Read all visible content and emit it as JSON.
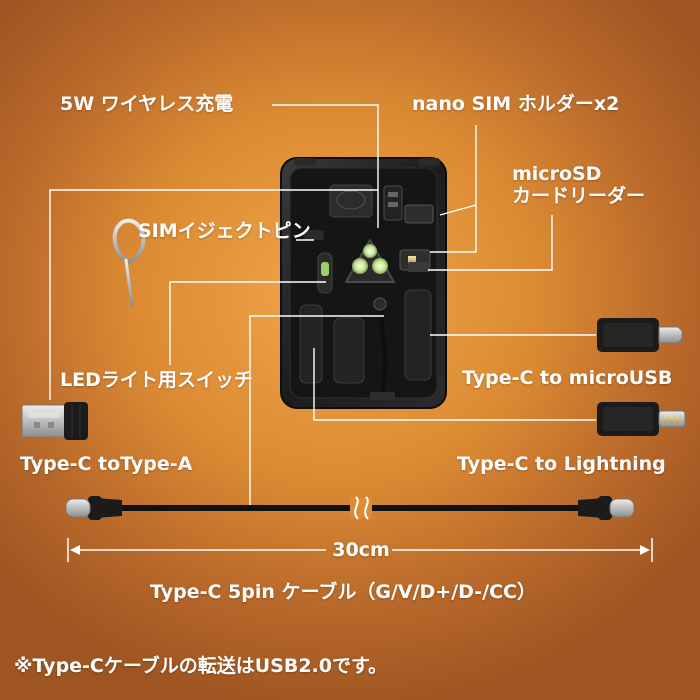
{
  "labels": {
    "wireless": "5W ワイヤレス充電",
    "nano_sim": "nano SIM ホルダーx2",
    "microsd_line1": "microSD",
    "microsd_line2": "カードリーダー",
    "sim_pin": "SIMイジェクトピン",
    "led_switch": "LEDライト用スイッチ",
    "type_c_microusb": "Type-C to microUSB",
    "type_c_type_a": "Type-C toType-A",
    "type_c_lightning": "Type-C to Lightning",
    "length": "30cm",
    "cable_spec": "Type-C 5pin ケーブル（G/V/D+/D-/CC）",
    "note": "※Type-Cケーブルの転送はUSB2.0です。"
  },
  "colors": {
    "background": "#db8a33",
    "text": "#ffffff",
    "device": "#1e1e1e",
    "led": "#c9e89a"
  }
}
